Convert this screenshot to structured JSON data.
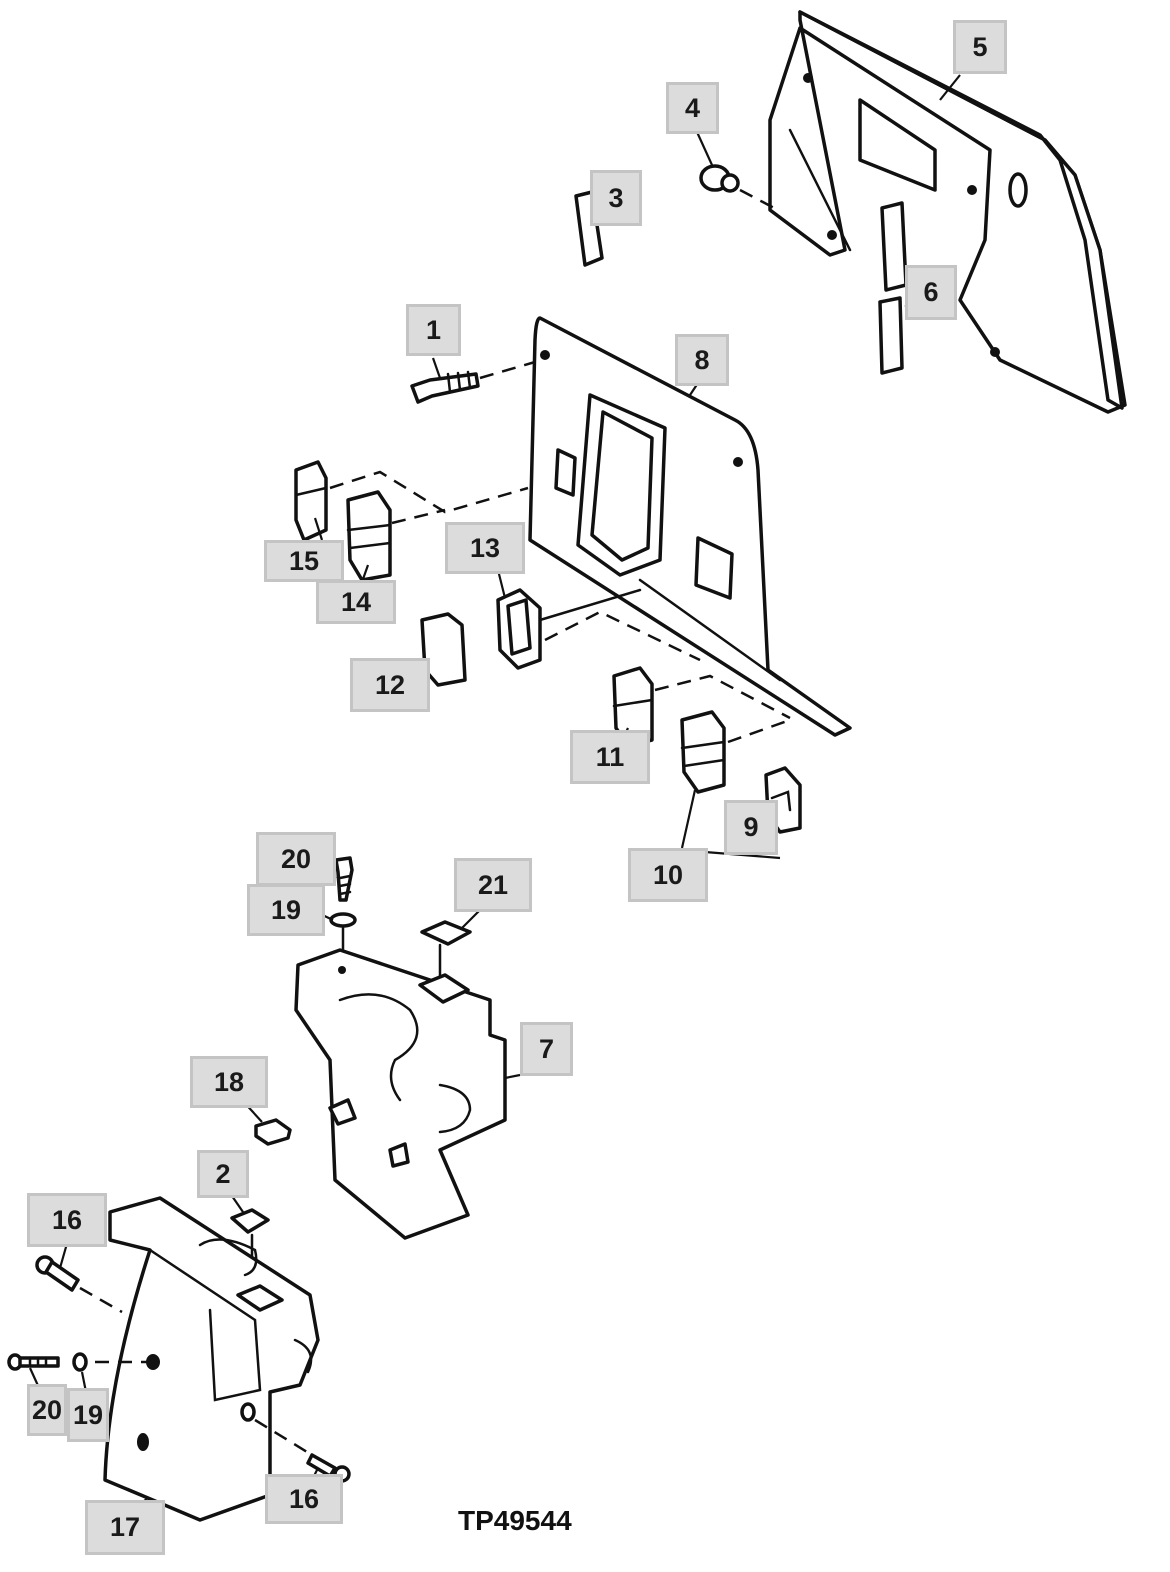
{
  "figure": {
    "reference": "TP49544",
    "callouts": [
      {
        "id": "c1",
        "label": "1"
      },
      {
        "id": "c2",
        "label": "2"
      },
      {
        "id": "c3",
        "label": "3"
      },
      {
        "id": "c4",
        "label": "4"
      },
      {
        "id": "c5",
        "label": "5"
      },
      {
        "id": "c6",
        "label": "6"
      },
      {
        "id": "c7",
        "label": "7"
      },
      {
        "id": "c8",
        "label": "8"
      },
      {
        "id": "c9",
        "label": "9"
      },
      {
        "id": "c10",
        "label": "10"
      },
      {
        "id": "c11",
        "label": "11"
      },
      {
        "id": "c12",
        "label": "12"
      },
      {
        "id": "c13",
        "label": "13"
      },
      {
        "id": "c14",
        "label": "14"
      },
      {
        "id": "c15",
        "label": "15"
      },
      {
        "id": "c16a",
        "label": "16"
      },
      {
        "id": "c16b",
        "label": "16"
      },
      {
        "id": "c17",
        "label": "17"
      },
      {
        "id": "c18",
        "label": "18"
      },
      {
        "id": "c19a",
        "label": "19"
      },
      {
        "id": "c19b",
        "label": "19"
      },
      {
        "id": "c20a",
        "label": "20"
      },
      {
        "id": "c20b",
        "label": "20"
      },
      {
        "id": "c21",
        "label": "21"
      }
    ]
  }
}
